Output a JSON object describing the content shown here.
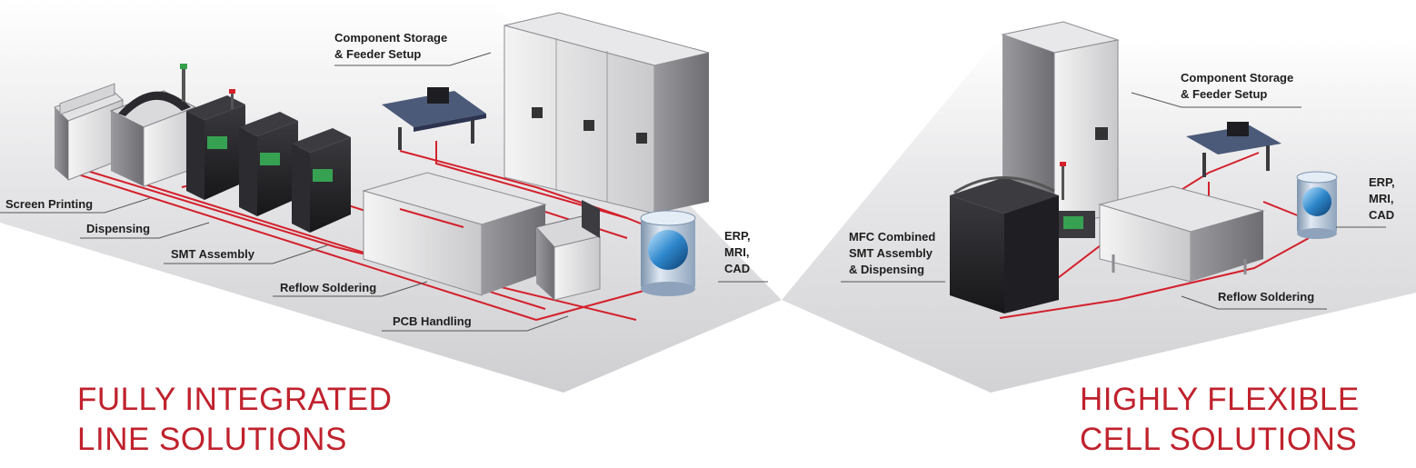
{
  "colors": {
    "accent_red": "#c0222d",
    "floor_gray": "#d9d9db",
    "network_red": "#d4202b"
  },
  "left_panel": {
    "heading": [
      "FULLY INTEGRATED",
      "LINE SOLUTIONS"
    ],
    "labels": {
      "component_storage": [
        "Component Storage",
        "& Feeder Setup"
      ],
      "screen_printing": "Screen Printing",
      "dispensing": "Dispensing",
      "smt_assembly": "SMT Assembly",
      "reflow_soldering": "Reflow Soldering",
      "pcb_handling": "PCB Handling",
      "erp": [
        "ERP,",
        "MRI,",
        "CAD"
      ]
    }
  },
  "right_panel": {
    "heading": [
      "HIGHLY FLEXIBLE",
      "CELL SOLUTIONS"
    ],
    "labels": {
      "component_storage": [
        "Component Storage",
        "& Feeder Setup"
      ],
      "mfc": [
        "MFC Combined",
        "SMT Assembly",
        "& Dispensing"
      ],
      "reflow_soldering": "Reflow Soldering",
      "erp": [
        "ERP,",
        "MRI,",
        "CAD"
      ]
    }
  }
}
